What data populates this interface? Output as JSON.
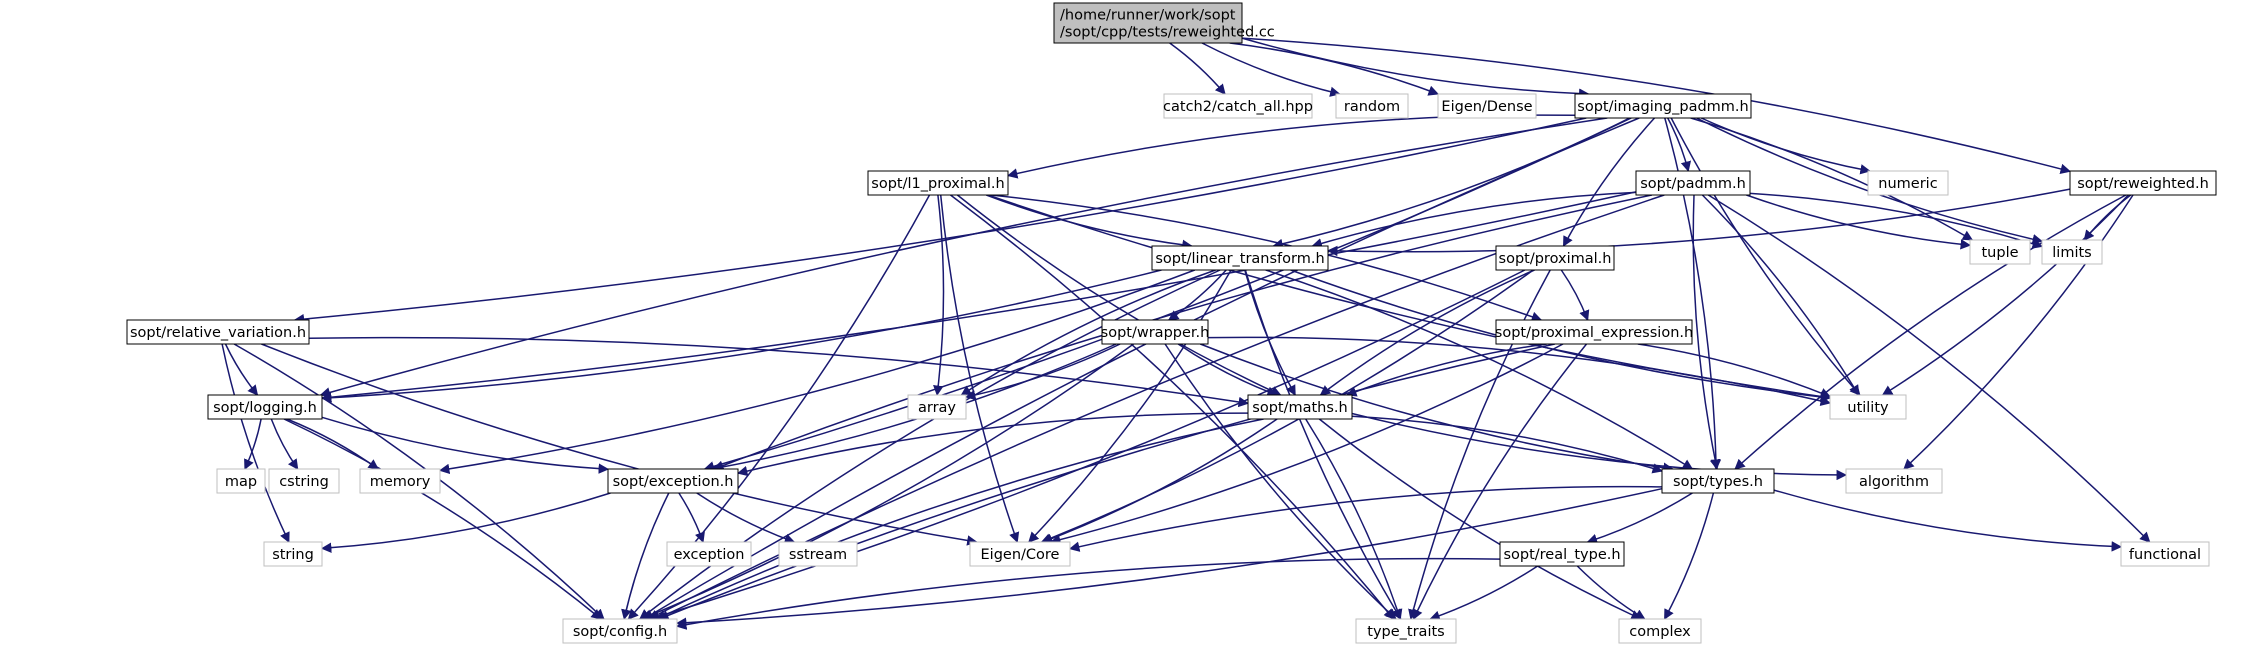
{
  "colors": {
    "edge": "#191970",
    "root_fill": "#bfbfbf",
    "root_stroke": "#000000",
    "local_stroke": "#000000",
    "external_stroke": "#bfbfbf",
    "text": "#000000"
  },
  "nodes": [
    {
      "id": "root",
      "lines": [
        "/home/runner/work/sopt",
        "/sopt/cpp/tests/reweighted.cc"
      ],
      "kind": "root"
    },
    {
      "id": "catch2",
      "lines": [
        "catch2/catch_all.hpp"
      ],
      "kind": "external"
    },
    {
      "id": "random",
      "lines": [
        "random"
      ],
      "kind": "external"
    },
    {
      "id": "eigen_dense",
      "lines": [
        "Eigen/Dense"
      ],
      "kind": "external"
    },
    {
      "id": "imaging_padmm",
      "lines": [
        "sopt/imaging_padmm.h"
      ],
      "kind": "local"
    },
    {
      "id": "reweighted",
      "lines": [
        "sopt/reweighted.h"
      ],
      "kind": "local"
    },
    {
      "id": "l1_proximal",
      "lines": [
        "sopt/l1_proximal.h"
      ],
      "kind": "local"
    },
    {
      "id": "padmm",
      "lines": [
        "sopt/padmm.h"
      ],
      "kind": "local"
    },
    {
      "id": "numeric",
      "lines": [
        "numeric"
      ],
      "kind": "external"
    },
    {
      "id": "linear_transform",
      "lines": [
        "sopt/linear_transform.h"
      ],
      "kind": "local"
    },
    {
      "id": "proximal",
      "lines": [
        "sopt/proximal.h"
      ],
      "kind": "local"
    },
    {
      "id": "tuple",
      "lines": [
        "tuple"
      ],
      "kind": "external"
    },
    {
      "id": "limits",
      "lines": [
        "limits"
      ],
      "kind": "external"
    },
    {
      "id": "relative_variation",
      "lines": [
        "sopt/relative_variation.h"
      ],
      "kind": "local"
    },
    {
      "id": "wrapper",
      "lines": [
        "sopt/wrapper.h"
      ],
      "kind": "local"
    },
    {
      "id": "proximal_expression",
      "lines": [
        "sopt/proximal_expression.h"
      ],
      "kind": "local"
    },
    {
      "id": "array",
      "lines": [
        "array"
      ],
      "kind": "external"
    },
    {
      "id": "utility",
      "lines": [
        "utility"
      ],
      "kind": "external"
    },
    {
      "id": "logging",
      "lines": [
        "sopt/logging.h"
      ],
      "kind": "local"
    },
    {
      "id": "maths",
      "lines": [
        "sopt/maths.h"
      ],
      "kind": "local"
    },
    {
      "id": "map",
      "lines": [
        "map"
      ],
      "kind": "external"
    },
    {
      "id": "cstring",
      "lines": [
        "cstring"
      ],
      "kind": "external"
    },
    {
      "id": "memory",
      "lines": [
        "memory"
      ],
      "kind": "external"
    },
    {
      "id": "exception_h",
      "lines": [
        "sopt/exception.h"
      ],
      "kind": "local"
    },
    {
      "id": "types",
      "lines": [
        "sopt/types.h"
      ],
      "kind": "local"
    },
    {
      "id": "algorithm",
      "lines": [
        "algorithm"
      ],
      "kind": "external"
    },
    {
      "id": "string",
      "lines": [
        "string"
      ],
      "kind": "external"
    },
    {
      "id": "exception",
      "lines": [
        "exception"
      ],
      "kind": "external"
    },
    {
      "id": "sstream",
      "lines": [
        "sstream"
      ],
      "kind": "external"
    },
    {
      "id": "eigen_core",
      "lines": [
        "Eigen/Core"
      ],
      "kind": "external"
    },
    {
      "id": "real_type",
      "lines": [
        "sopt/real_type.h"
      ],
      "kind": "local"
    },
    {
      "id": "functional",
      "lines": [
        "functional"
      ],
      "kind": "external"
    },
    {
      "id": "config",
      "lines": [
        "sopt/config.h"
      ],
      "kind": "external"
    },
    {
      "id": "type_traits",
      "lines": [
        "type_traits"
      ],
      "kind": "external"
    },
    {
      "id": "complex",
      "lines": [
        "complex"
      ],
      "kind": "external"
    }
  ],
  "edges": [
    [
      "root",
      "catch2"
    ],
    [
      "root",
      "random"
    ],
    [
      "root",
      "eigen_dense"
    ],
    [
      "root",
      "imaging_padmm"
    ],
    [
      "root",
      "reweighted"
    ],
    [
      "imaging_padmm",
      "l1_proximal"
    ],
    [
      "imaging_padmm",
      "padmm"
    ],
    [
      "imaging_padmm",
      "numeric"
    ],
    [
      "imaging_padmm",
      "linear_transform"
    ],
    [
      "imaging_padmm",
      "proximal"
    ],
    [
      "imaging_padmm",
      "tuple"
    ],
    [
      "imaging_padmm",
      "limits"
    ],
    [
      "imaging_padmm",
      "relative_variation"
    ],
    [
      "imaging_padmm",
      "logging"
    ],
    [
      "imaging_padmm",
      "exception_h"
    ],
    [
      "imaging_padmm",
      "utility"
    ],
    [
      "imaging_padmm",
      "types"
    ],
    [
      "imaging_padmm",
      "config"
    ],
    [
      "reweighted",
      "linear_transform"
    ],
    [
      "reweighted",
      "limits"
    ],
    [
      "reweighted",
      "utility"
    ],
    [
      "reweighted",
      "types"
    ],
    [
      "reweighted",
      "algorithm"
    ],
    [
      "l1_proximal",
      "linear_transform"
    ],
    [
      "l1_proximal",
      "proximal_expression"
    ],
    [
      "l1_proximal",
      "maths"
    ],
    [
      "l1_proximal",
      "array"
    ],
    [
      "l1_proximal",
      "eigen_core"
    ],
    [
      "l1_proximal",
      "type_traits"
    ],
    [
      "l1_proximal",
      "utility"
    ],
    [
      "l1_proximal",
      "config"
    ],
    [
      "padmm",
      "linear_transform"
    ],
    [
      "padmm",
      "limits"
    ],
    [
      "padmm",
      "tuple"
    ],
    [
      "padmm",
      "utility"
    ],
    [
      "padmm",
      "types"
    ],
    [
      "padmm",
      "functional"
    ],
    [
      "padmm",
      "exception_h"
    ],
    [
      "padmm",
      "logging"
    ],
    [
      "padmm",
      "config"
    ],
    [
      "linear_transform",
      "wrapper"
    ],
    [
      "linear_transform",
      "maths"
    ],
    [
      "linear_transform",
      "types"
    ],
    [
      "linear_transform",
      "array"
    ],
    [
      "linear_transform",
      "memory"
    ],
    [
      "linear_transform",
      "utility"
    ],
    [
      "linear_transform",
      "eigen_core"
    ],
    [
      "linear_transform",
      "type_traits"
    ],
    [
      "linear_transform",
      "logging"
    ],
    [
      "linear_transform",
      "config"
    ],
    [
      "proximal",
      "proximal_expression"
    ],
    [
      "proximal",
      "maths"
    ],
    [
      "proximal",
      "eigen_core"
    ],
    [
      "proximal",
      "type_traits"
    ],
    [
      "proximal",
      "config"
    ],
    [
      "relative_variation",
      "logging"
    ],
    [
      "relative_variation",
      "maths"
    ],
    [
      "relative_variation",
      "string"
    ],
    [
      "relative_variation",
      "config"
    ],
    [
      "relative_variation",
      "eigen_core"
    ],
    [
      "wrapper",
      "array"
    ],
    [
      "wrapper",
      "maths"
    ],
    [
      "wrapper",
      "exception_h"
    ],
    [
      "wrapper",
      "types"
    ],
    [
      "wrapper",
      "utility"
    ],
    [
      "wrapper",
      "type_traits"
    ],
    [
      "wrapper",
      "config"
    ],
    [
      "proximal_expression",
      "maths"
    ],
    [
      "proximal_expression",
      "utility"
    ],
    [
      "proximal_expression",
      "type_traits"
    ],
    [
      "proximal_expression",
      "eigen_core"
    ],
    [
      "proximal_expression",
      "config"
    ],
    [
      "logging",
      "map"
    ],
    [
      "logging",
      "cstring"
    ],
    [
      "logging",
      "memory"
    ],
    [
      "logging",
      "exception_h"
    ],
    [
      "logging",
      "config"
    ],
    [
      "maths",
      "exception_h"
    ],
    [
      "maths",
      "types"
    ],
    [
      "maths",
      "algorithm"
    ],
    [
      "maths",
      "eigen_core"
    ],
    [
      "maths",
      "complex"
    ],
    [
      "maths",
      "type_traits"
    ],
    [
      "maths",
      "config"
    ],
    [
      "exception_h",
      "exception"
    ],
    [
      "exception_h",
      "sstream"
    ],
    [
      "exception_h",
      "string"
    ],
    [
      "exception_h",
      "config"
    ],
    [
      "types",
      "real_type"
    ],
    [
      "types",
      "eigen_core"
    ],
    [
      "types",
      "complex"
    ],
    [
      "types",
      "functional"
    ],
    [
      "types",
      "config"
    ],
    [
      "real_type",
      "complex"
    ],
    [
      "real_type",
      "type_traits"
    ],
    [
      "real_type",
      "config"
    ]
  ]
}
